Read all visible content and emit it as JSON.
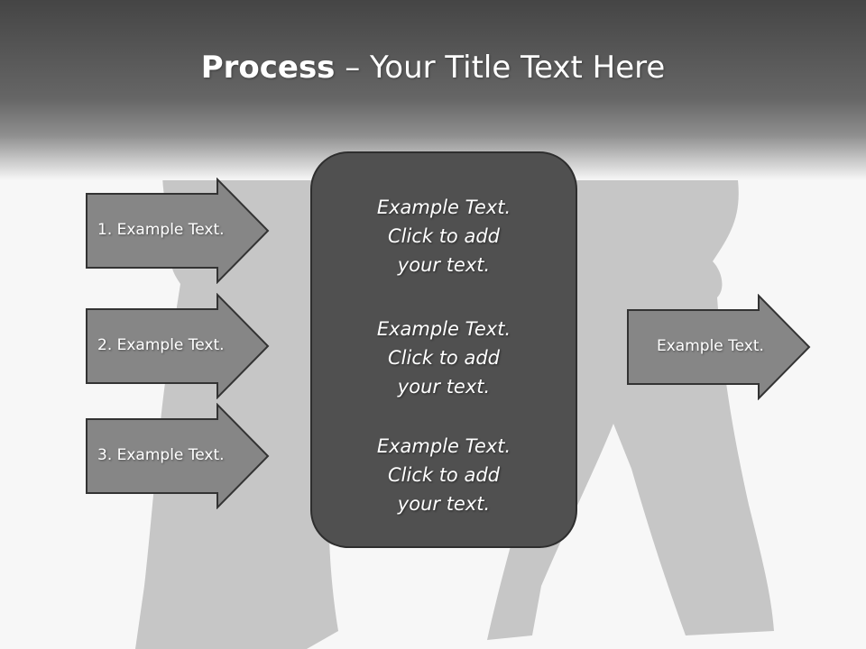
{
  "title": {
    "bold": "Process",
    "rest": " – Your Title Text Here"
  },
  "inputs": [
    {
      "label": "1. Example Text."
    },
    {
      "label": "2. Example Text."
    },
    {
      "label": "3. Example Text."
    }
  ],
  "center": {
    "blocks": [
      {
        "lines": [
          "Example Text.",
          "Click  to add",
          "your text."
        ]
      },
      {
        "lines": [
          "Example Text.",
          "Click  to add",
          "your text."
        ]
      },
      {
        "lines": [
          "Example Text.",
          "Click  to add",
          "your text."
        ]
      }
    ]
  },
  "output": {
    "label": "Example Text."
  },
  "colors": {
    "header_dark": "#4a4a4a",
    "arrow_fill": "#868686",
    "arrow_border": "#333333",
    "center_fill": "#505050",
    "silhouette": "#c6c6c6"
  }
}
